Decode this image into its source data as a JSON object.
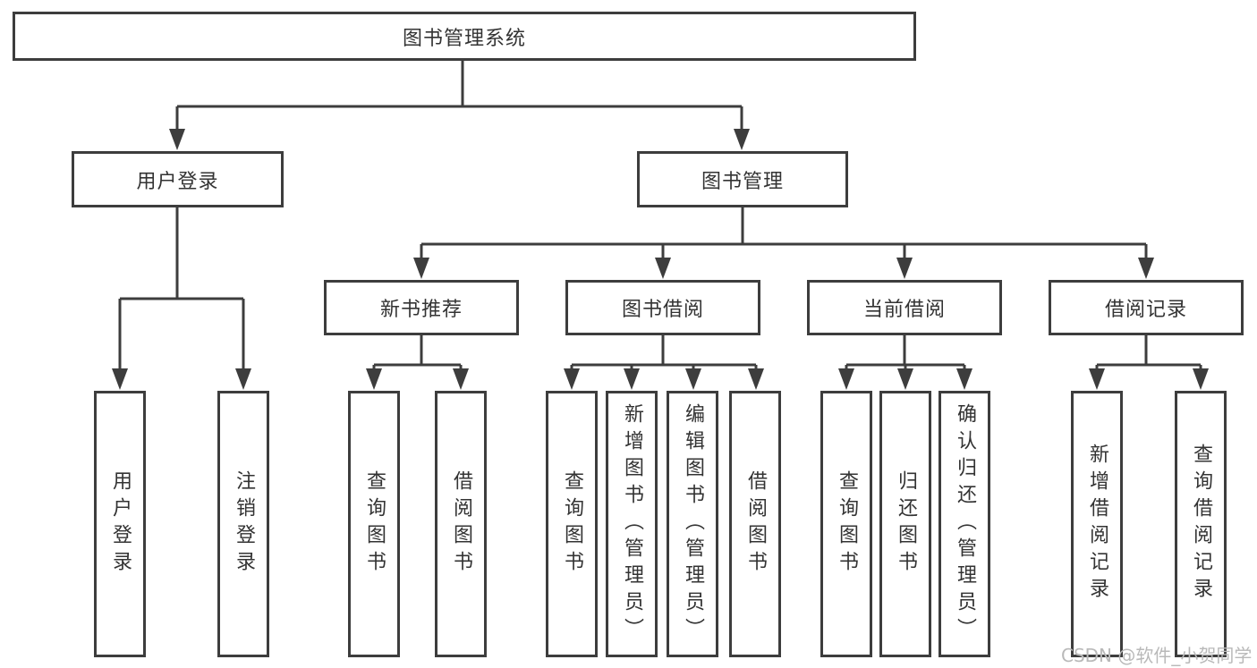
{
  "diagram_title": "图书管理系统",
  "nodes": {
    "root": {
      "label": "图书管理系统"
    },
    "user_login": {
      "label": "用户登录",
      "children": [
        {
          "label": "用户登录"
        },
        {
          "label": "注销登录"
        }
      ]
    },
    "book_mgmt": {
      "label": "图书管理",
      "sections": [
        {
          "label": "新书推荐",
          "children": [
            {
              "label": "查询图书"
            },
            {
              "label": "借阅图书"
            }
          ]
        },
        {
          "label": "图书借阅",
          "children": [
            {
              "label": "查询图书"
            },
            {
              "label": "新增图书（管理员）"
            },
            {
              "label": "编辑图书（管理员）"
            },
            {
              "label": "借阅图书"
            }
          ]
        },
        {
          "label": "当前借阅",
          "children": [
            {
              "label": "查询图书"
            },
            {
              "label": "归还图书"
            },
            {
              "label": "确认归还（管理员）"
            }
          ]
        },
        {
          "label": "借阅记录",
          "children": [
            {
              "label": "新增借阅记录"
            },
            {
              "label": "查询借阅记录"
            }
          ]
        }
      ]
    }
  },
  "watermark": {
    "text": "CSDN @软件_小贺同学",
    "color": "#b9b9b9"
  },
  "colors": {
    "line": "#3d3d3d",
    "border": "#3d3d3d",
    "text": "#333333",
    "box_fill": "#ffffff",
    "background": "#ffffff",
    "watermark": "#b9b9b9"
  }
}
